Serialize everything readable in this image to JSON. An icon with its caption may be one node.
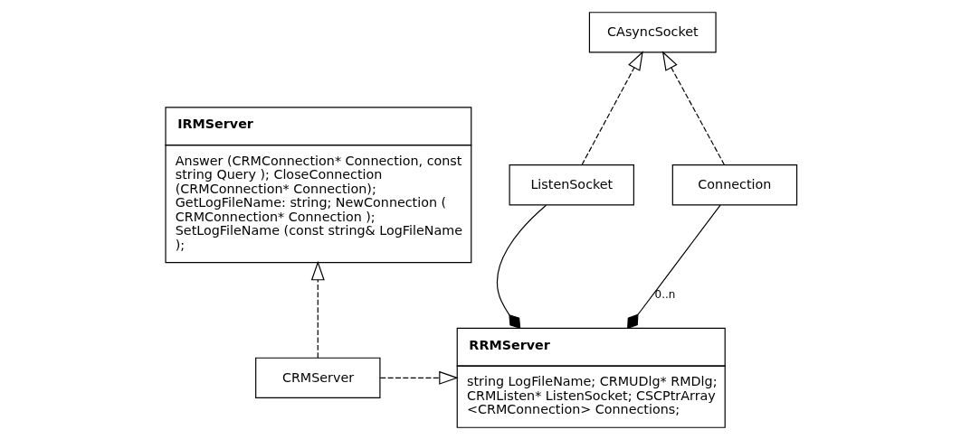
{
  "diagram": {
    "nodes": [
      {
        "text": [
          "IRMServer",
          "Answer (CRMConnection* Connection, const string Query ); CloseConnection (CRMConnection* Connection); GetLogFileName: string; NewConnection ( CRMConnection* Connection ); SetLogFileName (const string& LogFileName );"
        ]
      },
      {
        "text": [
          "CAsyncSocket"
        ]
      },
      {
        "text": [
          "ListenSocket"
        ]
      },
      {
        "text": [
          "Connection"
        ]
      },
      {
        "text": [
          "RRMServer",
          "string LogFileName; CRMUDlg* RMDlg; CRMListen* ListenSocket; CSCPtrArray <CRMConnection> Connections;"
        ]
      },
      {
        "text": [
          "CRMServer"
        ]
      }
    ],
    "edges": [
      {
        "from": 2,
        "to": 1,
        "arrow": "to",
        "style": "dashed"
      },
      {
        "from": 3,
        "to": 1,
        "arrow": "to",
        "style": "dashed"
      },
      {
        "from": 5,
        "to": 0,
        "arrow": "to",
        "style": "dashed"
      },
      {
        "from": 2,
        "to": 4,
        "arrow": "other"
      },
      {
        "from": 3,
        "to": 4,
        "arrow": "other",
        "label": "0..n"
      },
      {
        "from": 5,
        "to": 4,
        "arrow": "to",
        "style": "dashed"
      }
    ]
  }
}
